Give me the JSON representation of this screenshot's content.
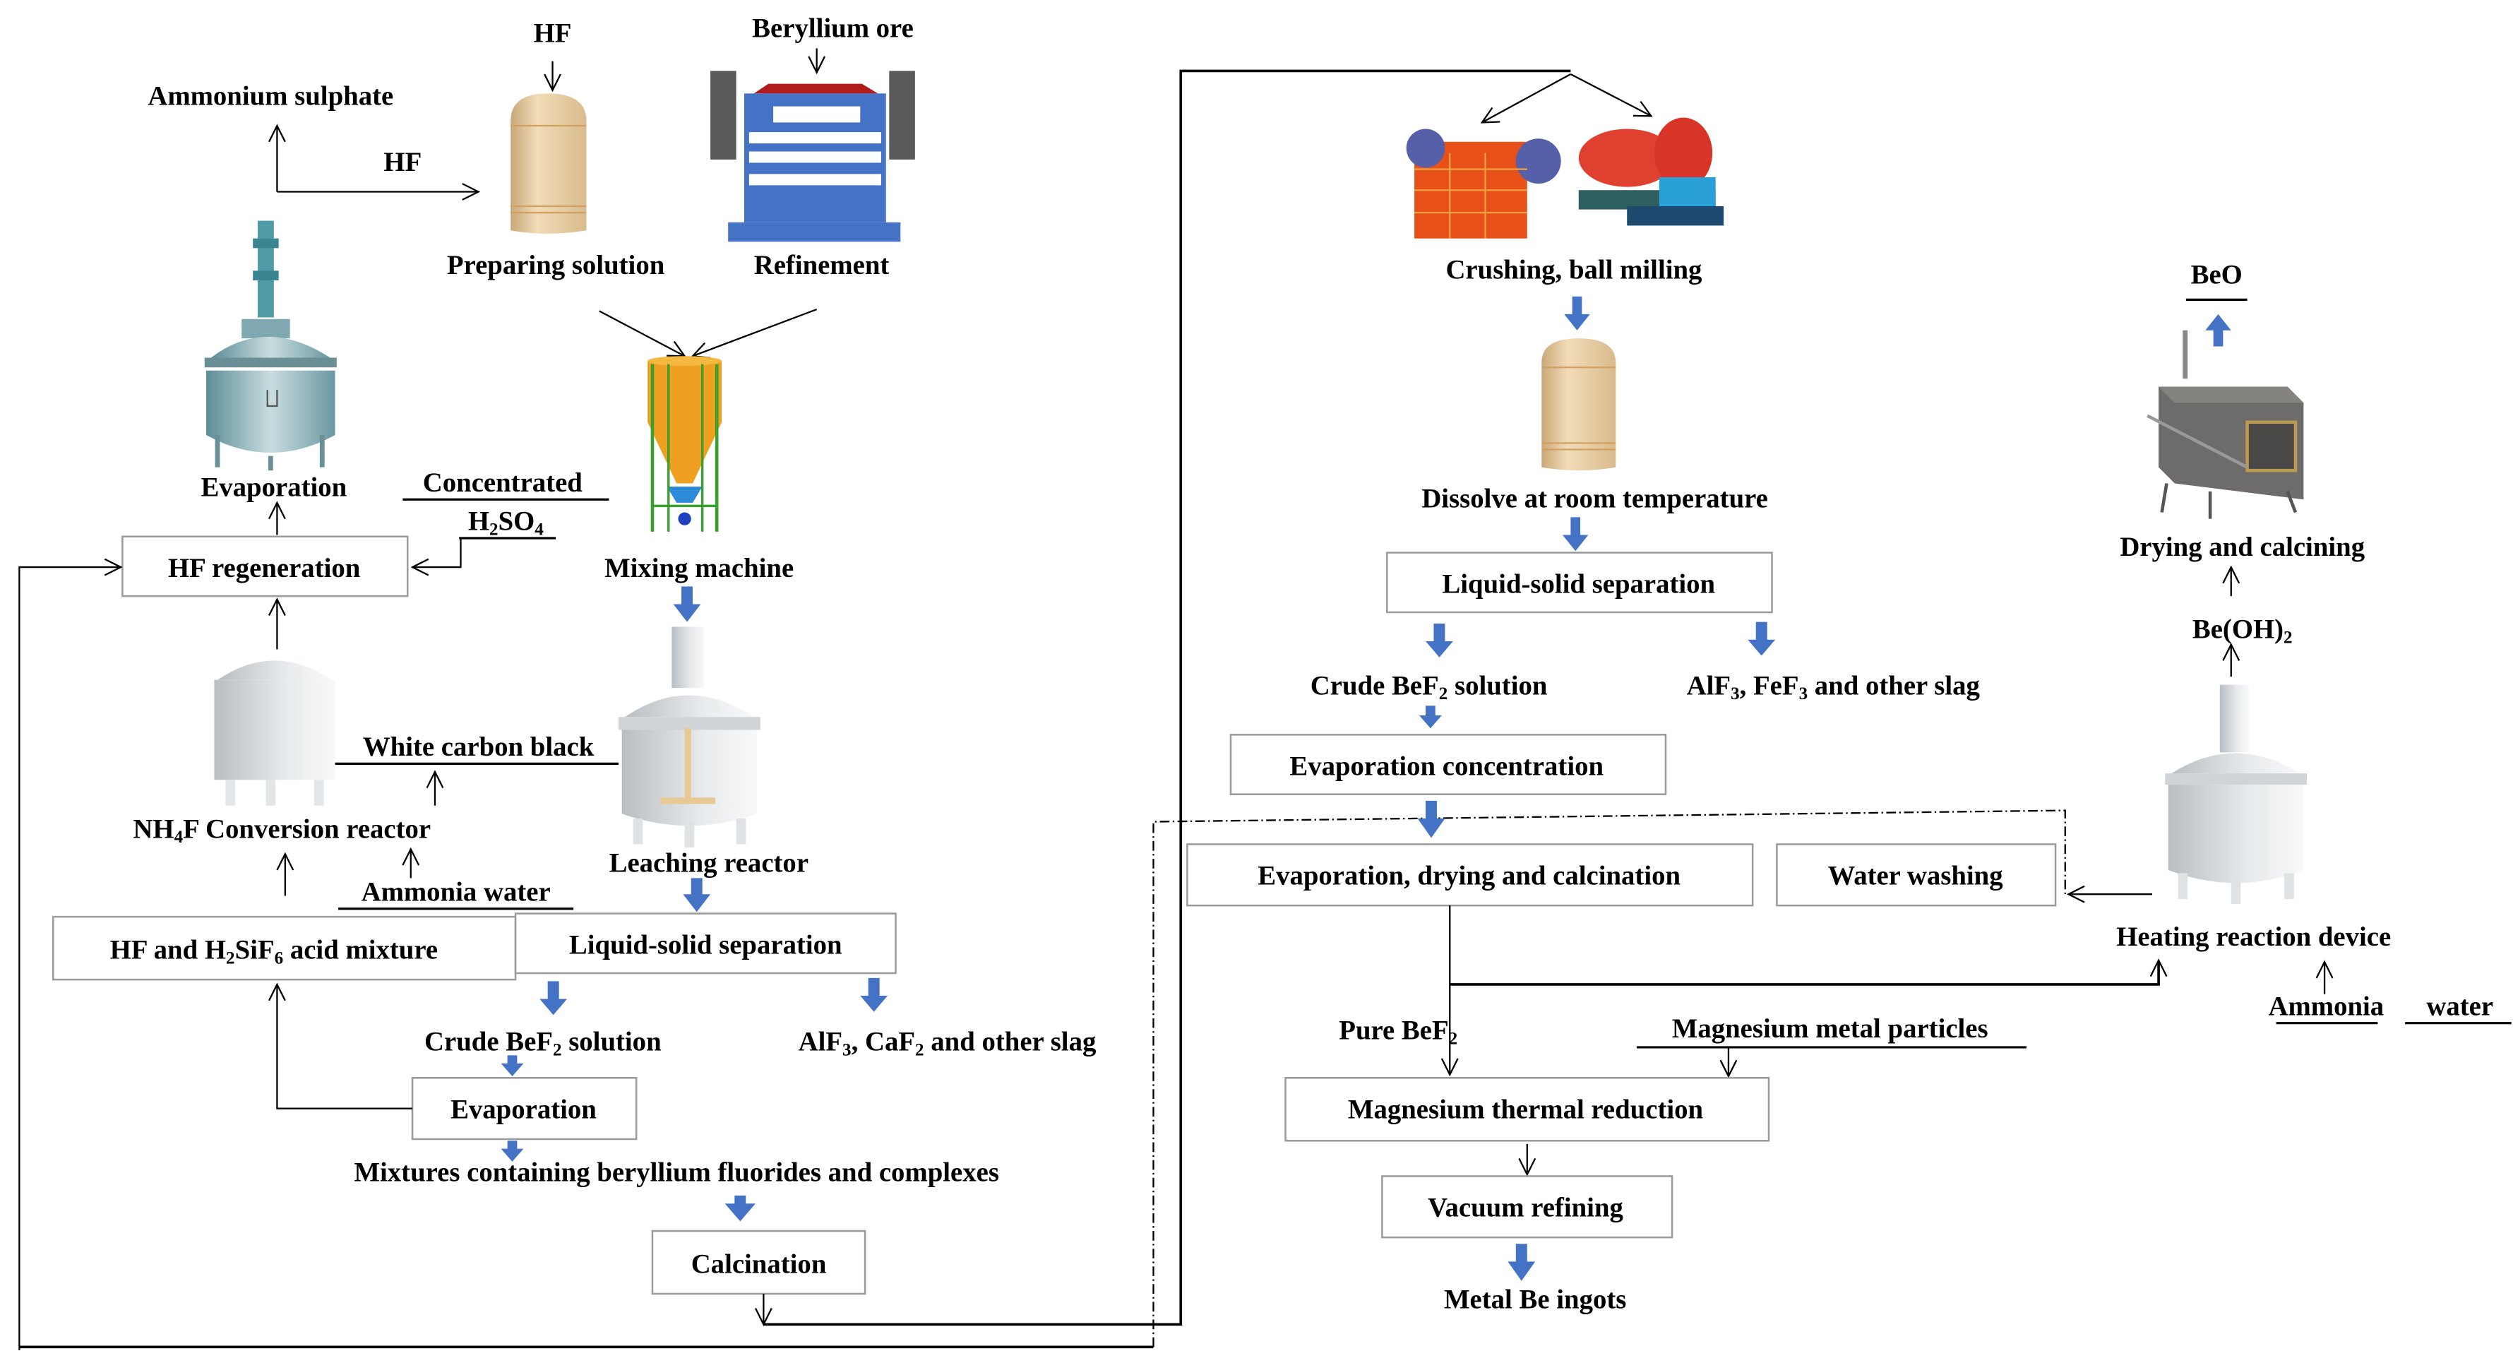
{
  "diagram": {
    "title": "Beryllium extraction process flow (fluoride route)",
    "colors": {
      "flow_arrow": "#4472C4",
      "box_border": "#9a9a9a",
      "tank": "#e3c9a0",
      "refine_machine": "#4472C4",
      "mixer": "#f0a020",
      "evaporator_reactor": "#5aa6b0",
      "reactor_grey": "#d8dcdf"
    },
    "left": {
      "hf_top": "HF",
      "beryllium_ore": "Beryllium ore",
      "ammonium_sulphate": "Ammonium  sulphate",
      "hf_recycle": "HF",
      "preparing_solution": "Preparing solution",
      "refinement": "Refinement",
      "evaporation_reactor": "Evaporation",
      "concentrated": "Concentrated",
      "h2so4": {
        "main": "H",
        "sub1": "2",
        "rest": "SO",
        "sub2": "4"
      },
      "hf_regeneration": "HF regeneration",
      "mixing_machine": "Mixing machine",
      "white_carbon_black": "White carbon black",
      "nh4f_conversion": {
        "pre": "NH",
        "sub": "4",
        "post": "F Conversion reactor"
      },
      "ammonia_water": "Ammonia water",
      "leaching_reactor": "Leaching reactor",
      "acid_mixture": {
        "pre": "HF and H",
        "sub1": "2",
        "mid": "SiF",
        "sub2": "6",
        "post": " acid mixture"
      },
      "liquid_solid_separation": "Liquid-solid separation",
      "crude_bef2": {
        "pre": "Crude BeF",
        "sub": "2",
        "post": " solution"
      },
      "slag": {
        "a": "AlF",
        "sub1": "3",
        "b": ", CaF",
        "sub2": "2",
        "c": "  and  other  slag"
      },
      "evaporation": "Evaporation",
      "mixtures": "Mixtures containing beryllium fluorides and complexes",
      "calcination": "Calcination"
    },
    "right": {
      "crushing": "Crushing,  ball milling",
      "dissolve": "Dissolve at room temperature",
      "liquid_solid_separation": "Liquid-solid separation",
      "crude_bef2": {
        "pre": "Crude BeF",
        "sub": "2",
        "post": " solution"
      },
      "slag": {
        "a": "AlF",
        "sub1": "3",
        "b": ",  FeF",
        "sub2": "3",
        "c": "  and other slag"
      },
      "evaporation_concentration": "Evaporation concentration",
      "evap_drying_calcination": "Evaporation, drying  and calcination",
      "water_washing": "Water washing",
      "heating_reaction_device": "Heating reaction device",
      "ammonia": "Ammonia",
      "water": "water",
      "beoh2": {
        "pre": "Be(OH)",
        "sub": "2"
      },
      "drying_calcining": "Drying and calcining",
      "beo": "BeO",
      "pure_bef2": {
        "pre": "Pure  BeF",
        "sub": "2"
      },
      "mg_particles": "Magnesium metal particles",
      "mg_thermal_reduction": "Magnesium thermal reduction",
      "vacuum_refining": "Vacuum refining",
      "metal_be_ingots": "Metal Be ingots"
    }
  }
}
